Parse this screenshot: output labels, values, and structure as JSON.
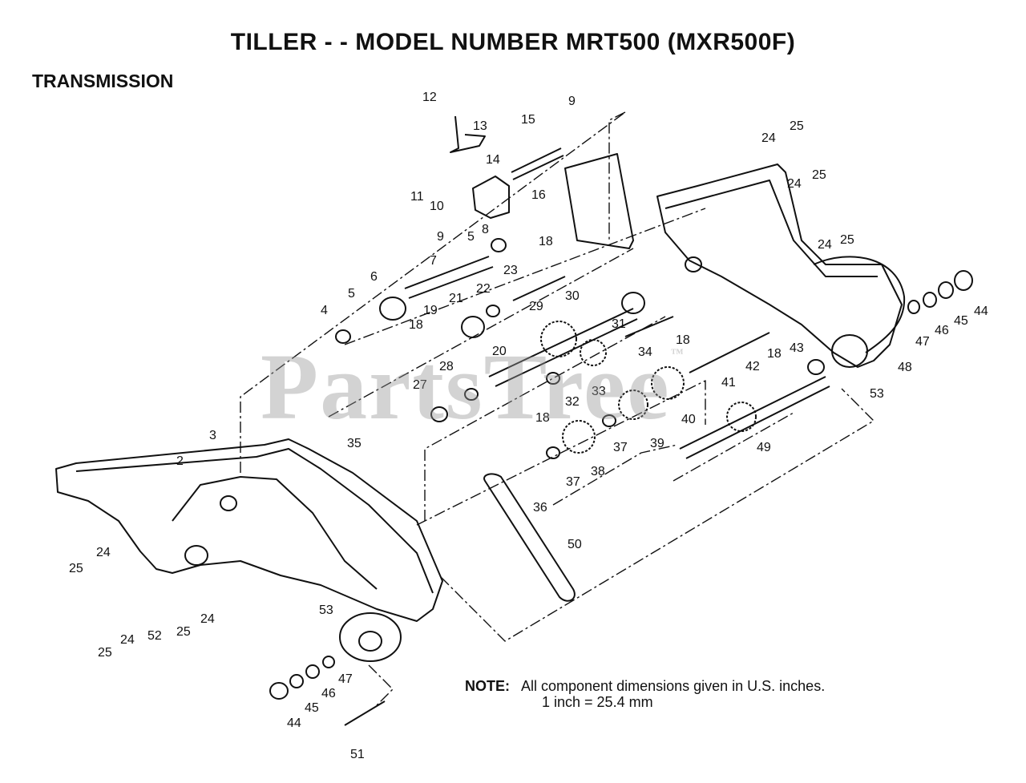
{
  "header": {
    "title": "TILLER - - MODEL NUMBER MRT500 (MXR500F)",
    "section": "TRANSMISSION"
  },
  "watermark": {
    "text": "PartsTree",
    "tm": "™"
  },
  "note": {
    "label": "NOTE:",
    "line1": "All component dimensions given in U.S. inches.",
    "line2": "1 inch = 25.4 mm"
  },
  "callouts": [
    {
      "id": "12",
      "label": "12"
    },
    {
      "id": "13",
      "label": "13"
    },
    {
      "id": "15",
      "label": "15"
    },
    {
      "id": "9a",
      "label": "9"
    },
    {
      "id": "14",
      "label": "14"
    },
    {
      "id": "16",
      "label": "16"
    },
    {
      "id": "11",
      "label": "11"
    },
    {
      "id": "10",
      "label": "10"
    },
    {
      "id": "9b",
      "label": "9"
    },
    {
      "id": "8",
      "label": "8"
    },
    {
      "id": "5a",
      "label": "5"
    },
    {
      "id": "18a",
      "label": "18"
    },
    {
      "id": "7",
      "label": "7"
    },
    {
      "id": "23",
      "label": "23"
    },
    {
      "id": "6",
      "label": "6"
    },
    {
      "id": "5b",
      "label": "5"
    },
    {
      "id": "4",
      "label": "4"
    },
    {
      "id": "21",
      "label": "21"
    },
    {
      "id": "22",
      "label": "22"
    },
    {
      "id": "29",
      "label": "29"
    },
    {
      "id": "30",
      "label": "30"
    },
    {
      "id": "31",
      "label": "31"
    },
    {
      "id": "19",
      "label": "19"
    },
    {
      "id": "18b",
      "label": "18"
    },
    {
      "id": "20",
      "label": "20"
    },
    {
      "id": "34",
      "label": "34"
    },
    {
      "id": "18c",
      "label": "18"
    },
    {
      "id": "28",
      "label": "28"
    },
    {
      "id": "27",
      "label": "27"
    },
    {
      "id": "33",
      "label": "33"
    },
    {
      "id": "32",
      "label": "32"
    },
    {
      "id": "18d",
      "label": "18"
    },
    {
      "id": "3",
      "label": "3"
    },
    {
      "id": "2",
      "label": "2"
    },
    {
      "id": "35",
      "label": "35"
    },
    {
      "id": "37a",
      "label": "37"
    },
    {
      "id": "39",
      "label": "39"
    },
    {
      "id": "38",
      "label": "38"
    },
    {
      "id": "37b",
      "label": "37"
    },
    {
      "id": "36",
      "label": "36"
    },
    {
      "id": "40",
      "label": "40"
    },
    {
      "id": "41",
      "label": "41"
    },
    {
      "id": "42",
      "label": "42"
    },
    {
      "id": "18e",
      "label": "18"
    },
    {
      "id": "43",
      "label": "43"
    },
    {
      "id": "49",
      "label": "49"
    },
    {
      "id": "50",
      "label": "50"
    },
    {
      "id": "53a",
      "label": "53"
    },
    {
      "id": "48",
      "label": "48"
    },
    {
      "id": "47a",
      "label": "47"
    },
    {
      "id": "46a",
      "label": "46"
    },
    {
      "id": "45a",
      "label": "45"
    },
    {
      "id": "44a",
      "label": "44"
    },
    {
      "id": "24a",
      "label": "24"
    },
    {
      "id": "25a",
      "label": "25"
    },
    {
      "id": "24b",
      "label": "24"
    },
    {
      "id": "25b",
      "label": "25"
    },
    {
      "id": "24c",
      "label": "24"
    },
    {
      "id": "25c",
      "label": "25"
    },
    {
      "id": "25d",
      "label": "25"
    },
    {
      "id": "24d",
      "label": "24"
    },
    {
      "id": "25e",
      "label": "25"
    },
    {
      "id": "24e",
      "label": "24"
    },
    {
      "id": "52",
      "label": "52"
    },
    {
      "id": "25f",
      "label": "25"
    },
    {
      "id": "24f",
      "label": "24"
    },
    {
      "id": "53b",
      "label": "53"
    },
    {
      "id": "47b",
      "label": "47"
    },
    {
      "id": "46b",
      "label": "46"
    },
    {
      "id": "45b",
      "label": "45"
    },
    {
      "id": "44b",
      "label": "44"
    },
    {
      "id": "51",
      "label": "51"
    }
  ]
}
